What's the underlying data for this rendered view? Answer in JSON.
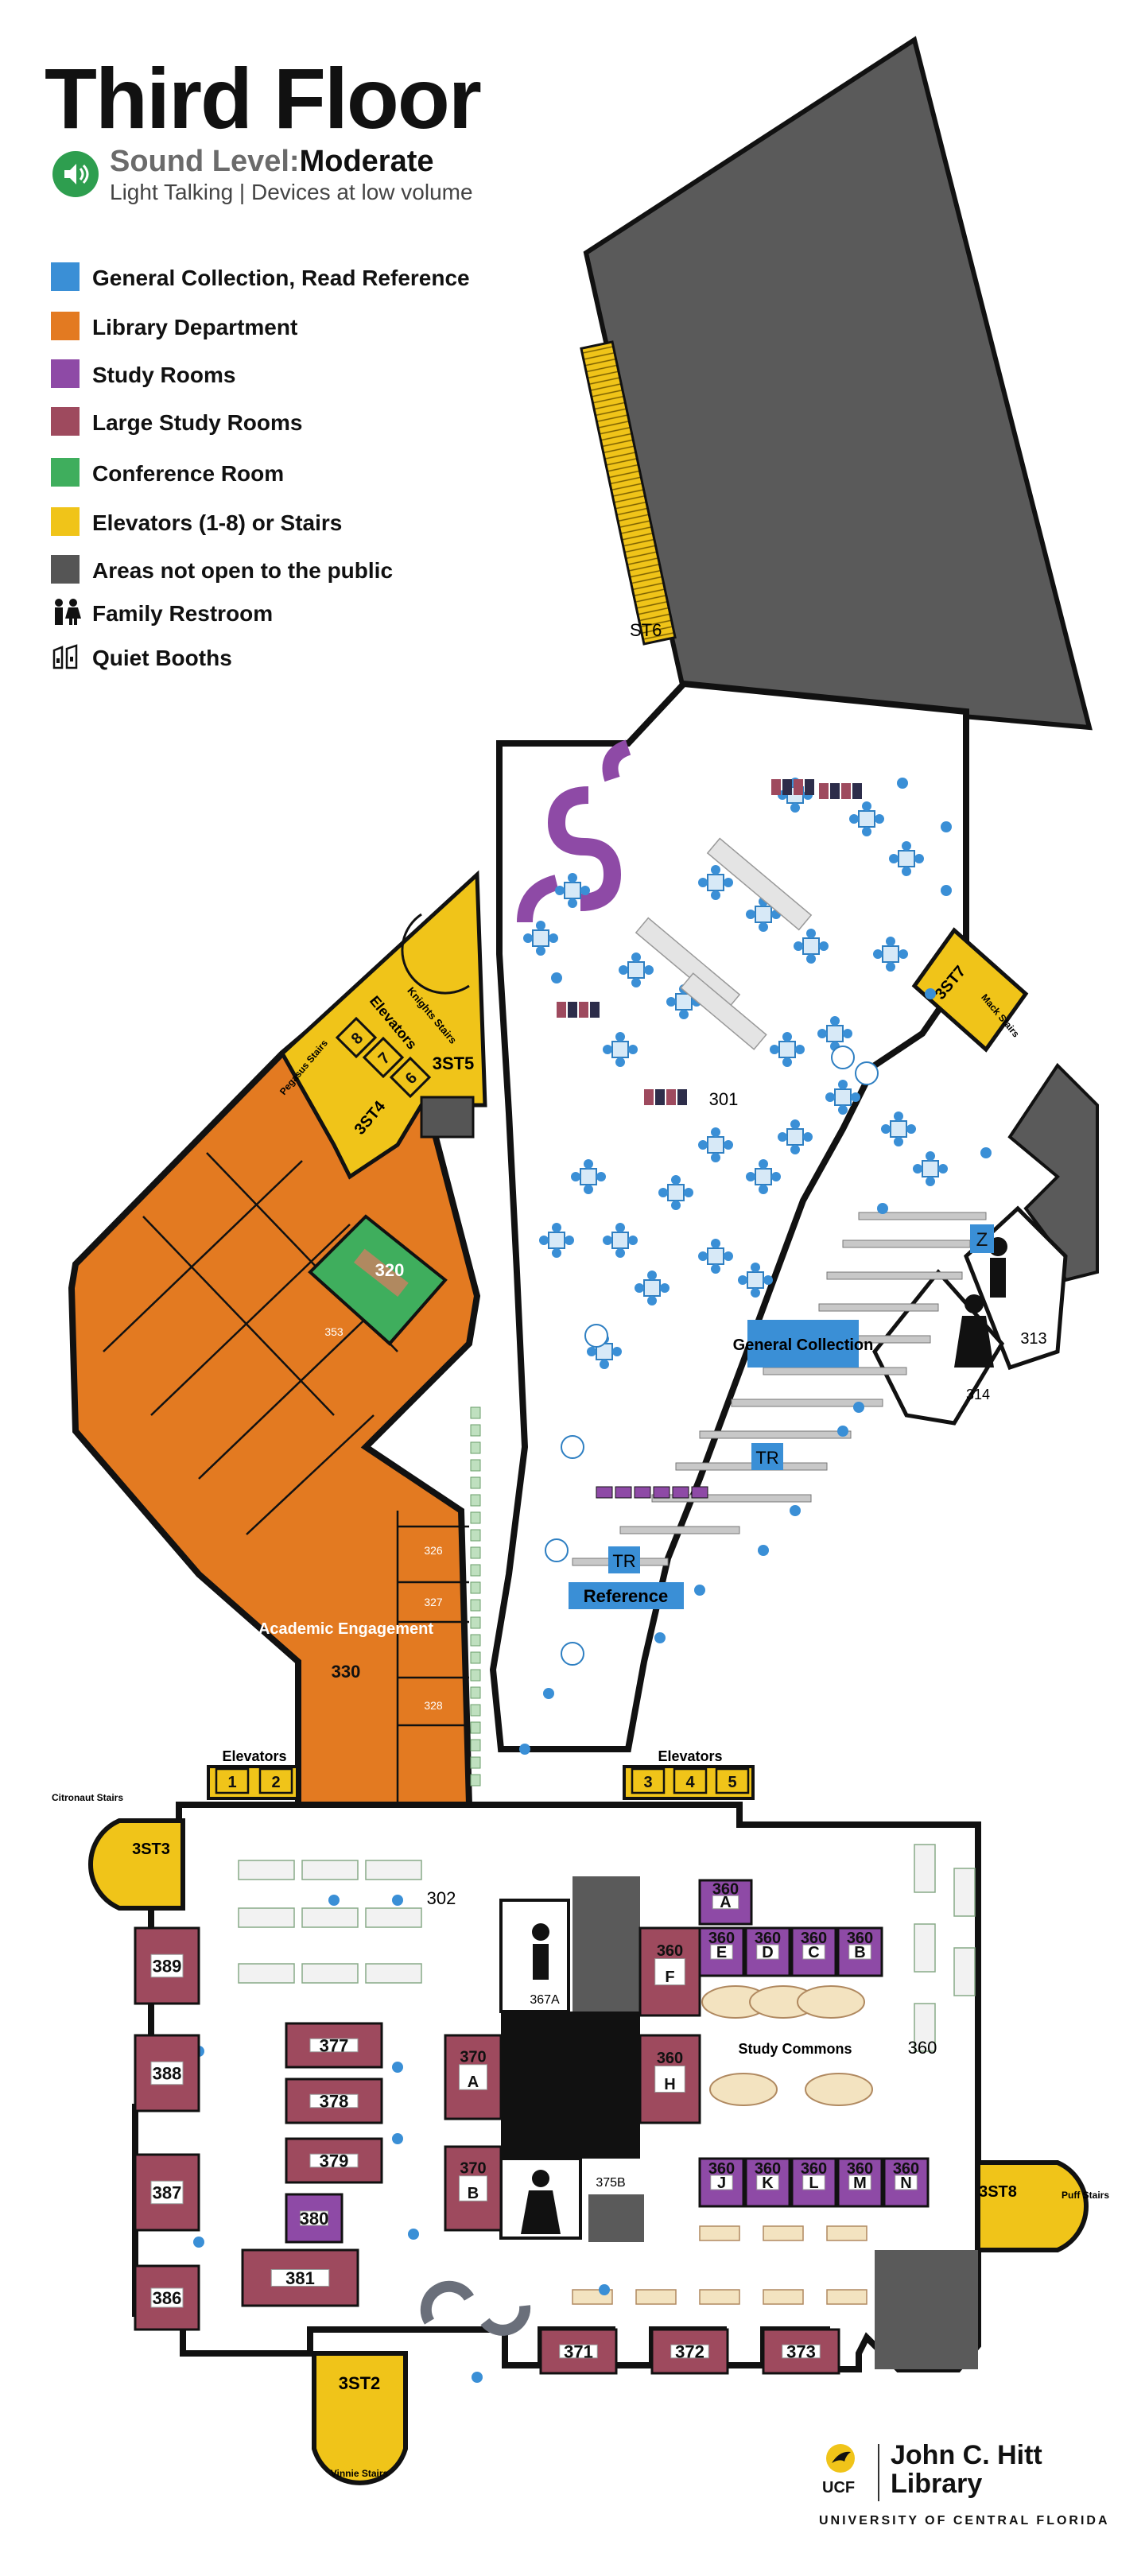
{
  "title": "Third Floor",
  "sound": {
    "label": "Sound Level:",
    "level": "Moderate",
    "description": "Light Talking | Devices at low volume",
    "icon": "speaker-icon"
  },
  "colors": {
    "general_collection": "#3a8fd6",
    "library_department": "#e37a21",
    "study_rooms": "#8e4aa6",
    "large_study_rooms": "#9e4a5e",
    "conference_room": "#3fae5d",
    "elevators_stairs": "#f0c419",
    "not_public": "#555555"
  },
  "legend": [
    {
      "key": "general_collection",
      "label": "General Collection, Read Reference",
      "color": "#3a8fd6"
    },
    {
      "key": "library_department",
      "label": "Library Department",
      "color": "#e37a21"
    },
    {
      "key": "study_rooms",
      "label": "Study Rooms",
      "color": "#8e4aa6"
    },
    {
      "key": "large_study_rooms",
      "label": "Large Study Rooms",
      "color": "#9e4a5e"
    },
    {
      "key": "conference_room",
      "label": "Conference Room",
      "color": "#3fae5d"
    },
    {
      "key": "elevators_stairs",
      "label": "Elevators (1-8) or Stairs",
      "color": "#f0c419"
    },
    {
      "key": "not_public",
      "label": "Areas not open to the public",
      "color": "#555555"
    },
    {
      "key": "family_restroom",
      "label": "Family Restroom",
      "icon": "family-restroom-icon"
    },
    {
      "key": "quiet_booths",
      "label": "Quiet Booths",
      "icon": "quiet-booth-icon"
    }
  ],
  "areas": {
    "st6": "ST6",
    "area_301": "301",
    "area_302": "302",
    "area_353": "353",
    "area_320": "320",
    "area_326": "326",
    "area_327": "327",
    "area_328": "328",
    "academic_engagement": "Academic Engagement",
    "area_330": "330",
    "area_313": "313",
    "area_314": "314",
    "z": "Z",
    "tr1": "TR",
    "tr2": "TR",
    "general_collection": "General Collection",
    "reference": "Reference",
    "study_commons": "Study Commons",
    "area_360": "360",
    "room_367a": "367A",
    "room_375b": "375B"
  },
  "stairs": {
    "knights": "Knights Stairs",
    "pegasus": "Pegasus Stairs",
    "mack": "Mack Stairs",
    "citronaut": "Citronaut Stairs",
    "puff": "Puff Stairs",
    "vinnie": "Vinnie Stairs",
    "st5": "3ST5",
    "st4": "3ST4",
    "st7": "3ST7",
    "st3": "3ST3",
    "st8": "3ST8",
    "st2": "3ST2"
  },
  "elevators": {
    "label_upper": "Elevators",
    "label_left": "Elevators",
    "label_right": "Elevators",
    "upper": [
      "8",
      "7",
      "6"
    ],
    "left": [
      "1",
      "2"
    ],
    "right": [
      "3",
      "4",
      "5"
    ]
  },
  "rooms": {
    "large": [
      "389",
      "388",
      "387",
      "386",
      "377",
      "378",
      "379",
      "381",
      "371",
      "372",
      "373",
      "370 A",
      "370 B",
      "360 F",
      "360 H"
    ],
    "study": [
      "380",
      "360 A",
      "360 E",
      "360 D",
      "360 C",
      "360 B",
      "360 J",
      "360 K",
      "360 L",
      "360 M",
      "360 N"
    ]
  },
  "logo": {
    "brand": "UCF",
    "name_line1": "John C. Hitt",
    "name_line2": "Library",
    "university": "UNIVERSITY OF CENTRAL FLORIDA"
  }
}
